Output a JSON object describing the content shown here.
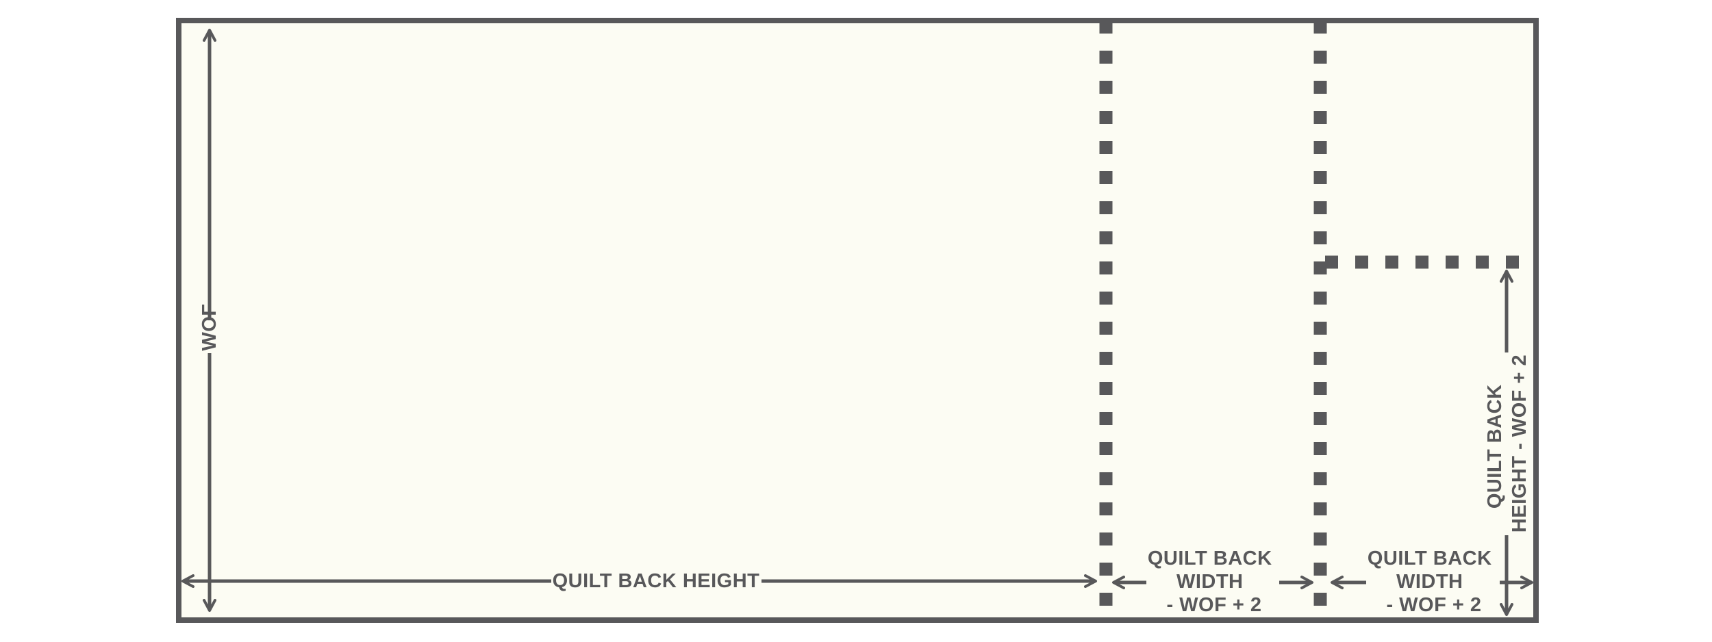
{
  "colors": {
    "stroke": "#58585a",
    "fabric": "#fcfcf3",
    "background": "#ffffff"
  },
  "labels": {
    "wof": "WOF",
    "quilt_back_height": "QUILT BACK HEIGHT",
    "panel_width_1": [
      "QUILT BACK",
      "WIDTH",
      "- WOF + 2"
    ],
    "panel_width_2": [
      "QUILT BACK",
      "WIDTH",
      "- WOF + 2"
    ],
    "panel_height_right": [
      "QUILT BACK",
      "HEIGHT - WOF + 2"
    ]
  }
}
